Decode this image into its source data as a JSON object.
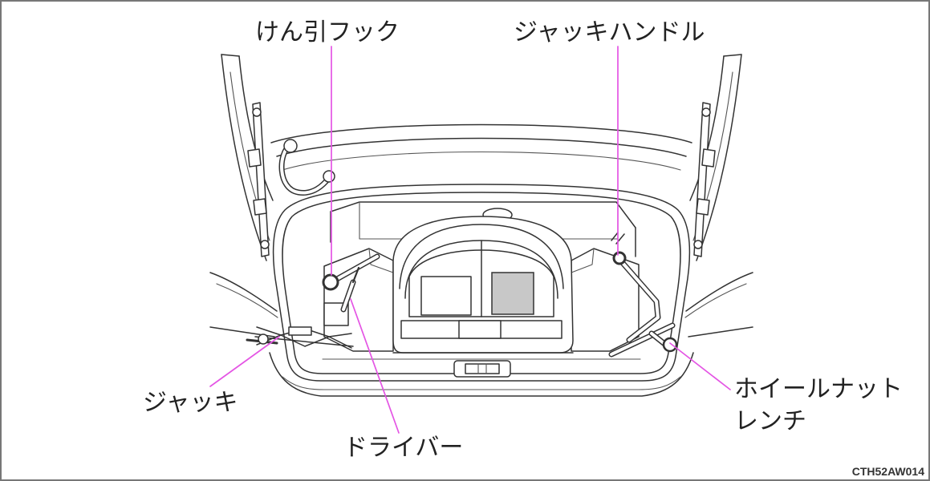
{
  "labels": {
    "tow_hook": "けん引フック",
    "jack_handle": "ジャッキハンドル",
    "jack": "ジャッキ",
    "screwdriver": "ドライバー",
    "wheel_nut_wrench_line1": "ホイールナット",
    "wheel_nut_wrench_line2": "レンチ"
  },
  "figure_code": "CTH52AW014",
  "colors": {
    "leader": "#e455e4",
    "line": "#333333",
    "shade": "#c8c8c8",
    "background": "#ffffff"
  }
}
